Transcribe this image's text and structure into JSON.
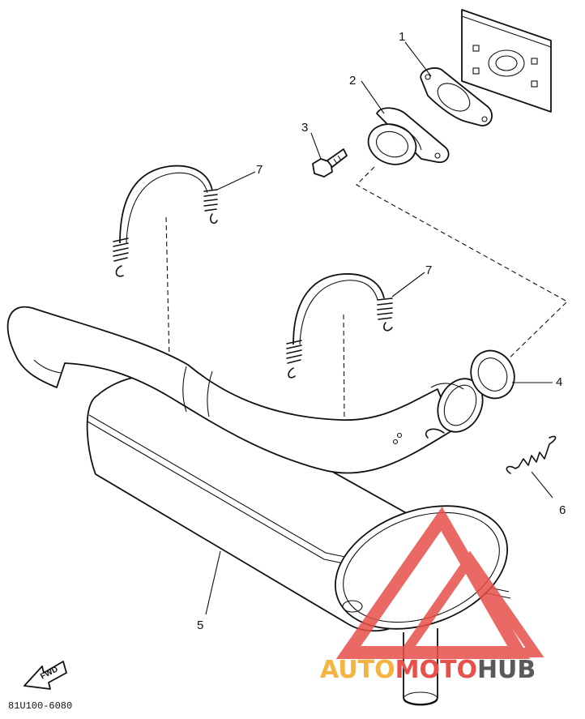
{
  "callouts": {
    "c1": "1",
    "c2": "2",
    "c3": "3",
    "c4": "4",
    "c5": "5",
    "c6": "6",
    "c7a": "7",
    "c7b": "7"
  },
  "fwd_label": "FWD",
  "diagram_code": "81U100-6080",
  "watermark": {
    "auto": "AUTO",
    "moto": "MOTO",
    "hub": "HUB",
    "color_auto": "#f5b342",
    "color_moto": "#e8504a",
    "color_hub": "#5a5a5a",
    "color_logo": "#e8504a"
  }
}
